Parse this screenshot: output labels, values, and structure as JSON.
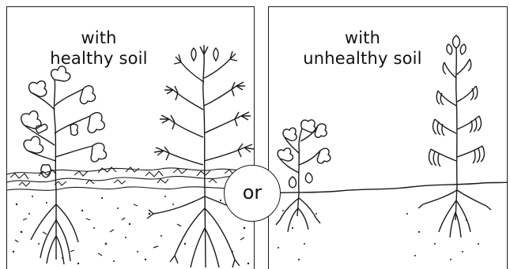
{
  "panels": [
    {
      "label_line1": "with",
      "label_line2": "healthy soil"
    },
    {
      "label_line1": "with",
      "label_line2": "unhealthy soil"
    }
  ],
  "connector": {
    "label": "or"
  },
  "colors": {
    "ink": "#111111",
    "paper": "#ffffff"
  }
}
